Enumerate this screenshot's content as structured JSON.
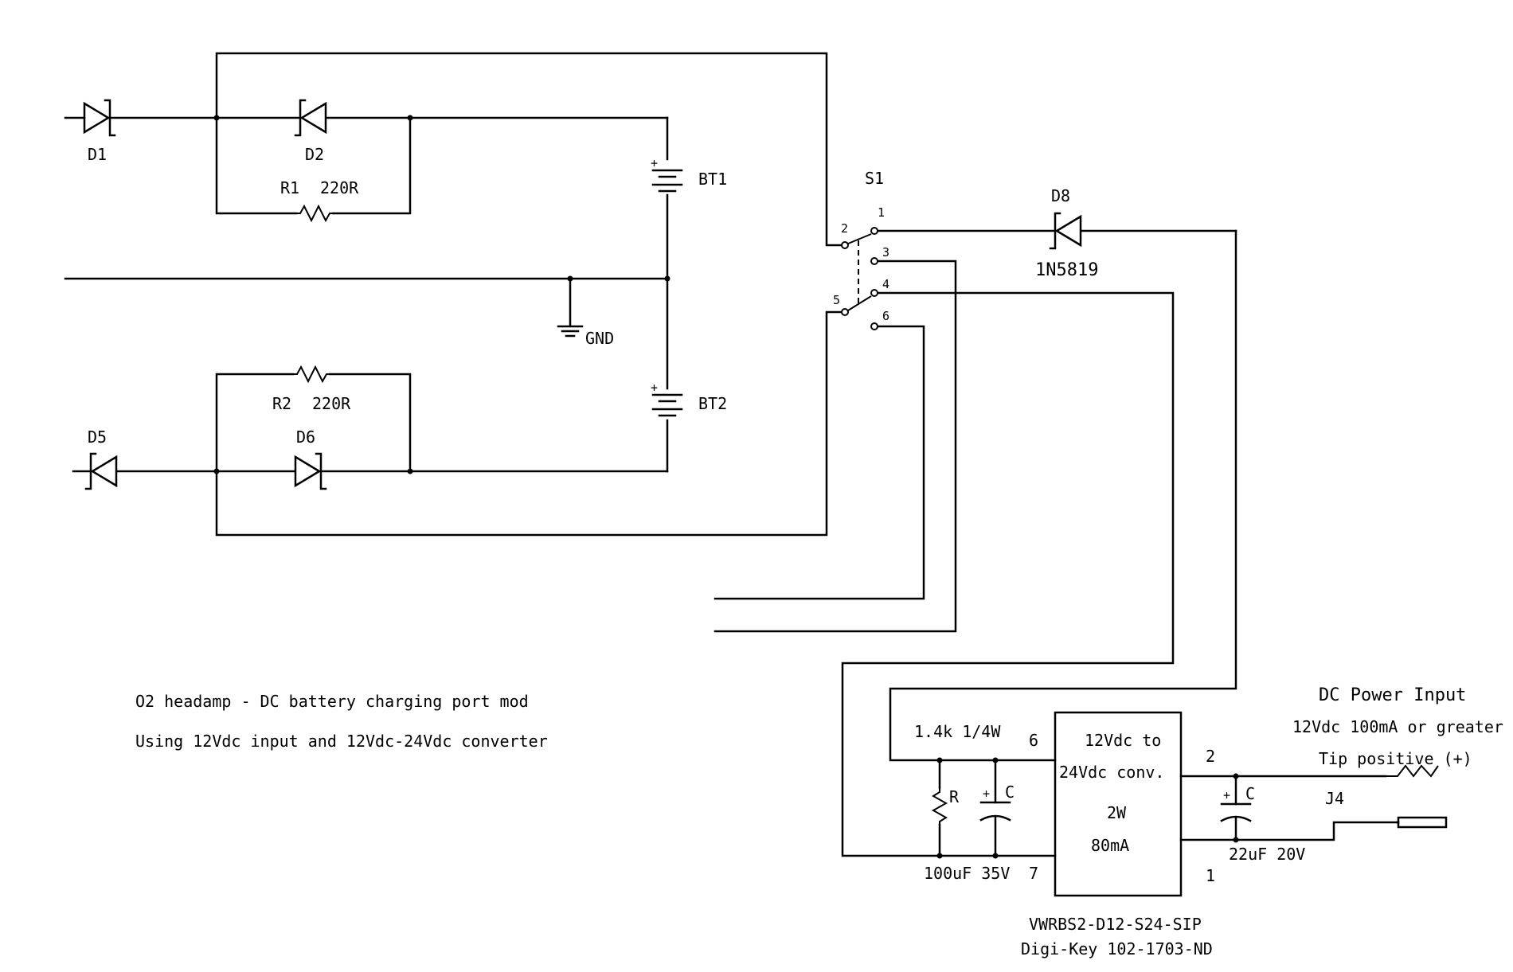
{
  "labels": {
    "d1": "D1",
    "d2": "D2",
    "d5": "D5",
    "d6": "D6",
    "d8": "D8",
    "d8_part": "1N5819",
    "r1": "R1",
    "r1_value": "220R",
    "r2": "R2",
    "r2_value": "220R",
    "bt1": "BT1",
    "bt2": "BT2",
    "gnd": "GND",
    "s1": "S1",
    "s1_pins": [
      "1",
      "2",
      "3",
      "4",
      "5",
      "6"
    ],
    "plus": "+",
    "r_name": "R",
    "r_value": "1.4k 1/4W",
    "c1_name": "C",
    "c1_value": "100uF 35V",
    "c2_name": "C",
    "c2_value": "22uF 20V",
    "conv_line1": "12Vdc to",
    "conv_line2": "24Vdc conv.",
    "conv_line3": "2W",
    "conv_line4": "80mA",
    "conv_pin2": "2",
    "conv_pin6": "6",
    "conv_pin7": "7",
    "conv_pin1": "1",
    "conv_part": "VWRBS2-D12-S24-SIP",
    "conv_digikey": "Digi-Key 102-1703-ND",
    "j4": "J4",
    "dc_title": "DC Power Input",
    "dc_spec": "12Vdc 100mA or greater",
    "dc_tip": "Tip positive (+)"
  },
  "notes": {
    "line1": "O2 headamp - DC battery charging port mod",
    "line2": "Using 12Vdc input and 12Vdc-24Vdc converter"
  }
}
